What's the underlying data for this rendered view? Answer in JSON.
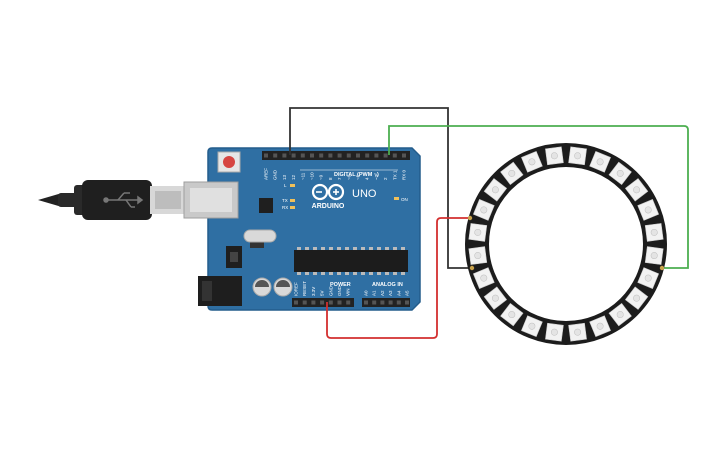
{
  "board": {
    "brand": "ARDUINO",
    "model": "UNO",
    "section_digital": "DIGITAL (PWM ~)",
    "section_power": "POWER",
    "section_analog": "ANALOG IN",
    "led_on": "ON",
    "led_l": "L",
    "led_tx": "TX",
    "led_rx": "RX",
    "digital_pins": [
      "AREF",
      "GND",
      "13",
      "12",
      "~11",
      "~10",
      "~9",
      "8",
      "7",
      "~6",
      "~5",
      "4",
      "~3",
      "2",
      "TX 1",
      "RX 0"
    ],
    "power_pins": [
      "IOREF",
      "RESET",
      "3.3V",
      "5V",
      "GND",
      "GND",
      "VIN"
    ],
    "analog_pins": [
      "A0",
      "A1",
      "A2",
      "A3",
      "A4",
      "A5"
    ]
  },
  "colors": {
    "board": "#2f6fa3",
    "board_edge": "#245d8c",
    "wire_black": "#333333",
    "wire_green": "#4caf50",
    "wire_red": "#d32f2f",
    "ring": "#1c1c1c",
    "header": "#222222"
  },
  "ring": {
    "led_count": 24
  }
}
